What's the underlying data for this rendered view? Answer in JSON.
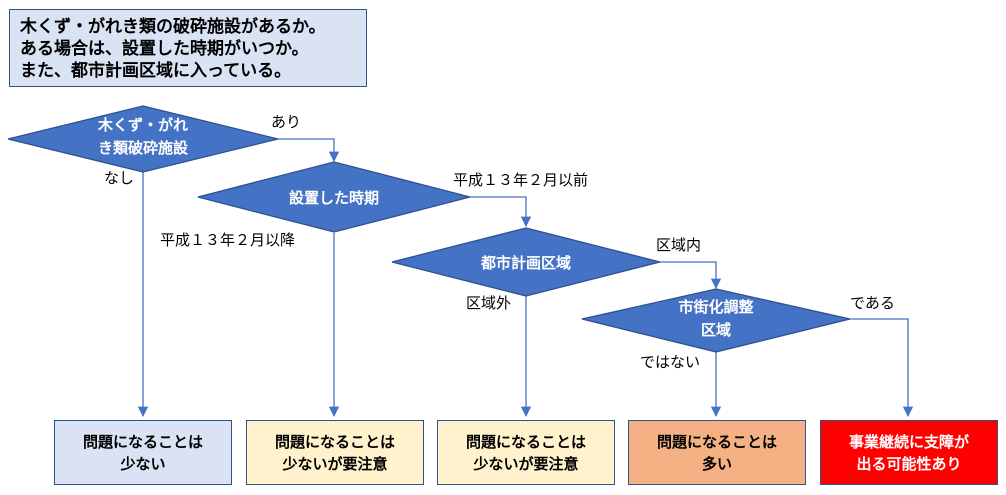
{
  "intro": {
    "lines": [
      "木くず・がれき類の破砕施設があるか。",
      "ある場合は、設置した時期がいつか。",
      "また、都市計画区域に入っている。"
    ]
  },
  "decisions": {
    "facility": [
      "木くず・がれ",
      "き類破砕施設"
    ],
    "period": [
      "設置した時期"
    ],
    "urban_area": [
      "都市計画区域"
    ],
    "urbanization_control": [
      "市街化調整",
      "区域"
    ]
  },
  "edges": {
    "facility_yes": "あり",
    "facility_no": "なし",
    "period_before": "平成１３年２月以前",
    "period_after": "平成１３年２月以降",
    "urban_inside": "区域内",
    "urban_outside": "区域外",
    "control_yes": "である",
    "control_no": "ではない"
  },
  "results": [
    {
      "lines": [
        "問題になることは",
        "少ない"
      ],
      "fill": "#dae3f3",
      "text_color": "#000000"
    },
    {
      "lines": [
        "問題になることは",
        "少ないが要注意"
      ],
      "fill": "#fff2cc",
      "text_color": "#000000"
    },
    {
      "lines": [
        "問題になることは",
        "少ないが要注意"
      ],
      "fill": "#fff2cc",
      "text_color": "#000000"
    },
    {
      "lines": [
        "問題になることは",
        "多い"
      ],
      "fill": "#f4b183",
      "text_color": "#000000"
    },
    {
      "lines": [
        "事業継続に支障が",
        "出る可能性あり"
      ],
      "fill": "#ff0000",
      "text_color": "#ffffff"
    }
  ],
  "colors": {
    "diamond_fill": "#4472c4",
    "diamond_stroke": "#2f528f",
    "connector": "#4472c4"
  }
}
